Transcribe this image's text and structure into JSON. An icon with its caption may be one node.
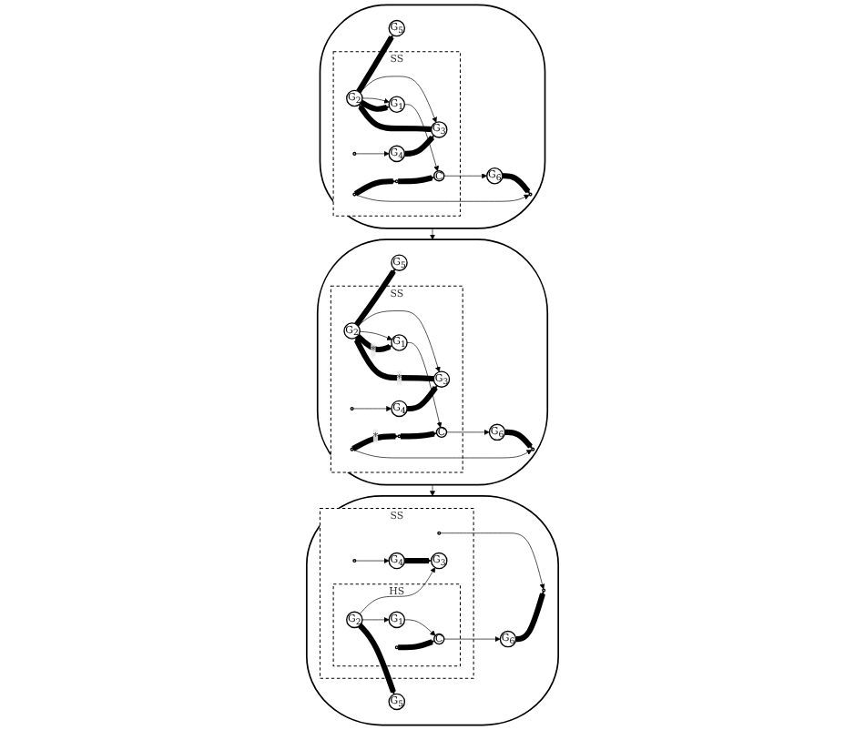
{
  "diagram": {
    "nodes": [
      {
        "text": [],
        "shape": "ellipse"
      },
      {
        "text": [
          "SS"
        ],
        "in": 0
      },
      {
        "text": [
          "G$_{5}$"
        ],
        "in": 0
      },
      {
        "text": [
          "G$_{2}$"
        ],
        "in": 1
      },
      {
        "text": [
          "C"
        ],
        "in": 1
      },
      {
        "text": [
          "G$_{6}$"
        ],
        "in": 0
      },
      {
        "text": [],
        "shape": "circle",
        "in": 1
      },
      {
        "text": [
          "G$_{4}$"
        ],
        "in": 1
      },
      {
        "text": [],
        "shape": "circle",
        "in": 1
      },
      {
        "text": [
          "G$_{3}$"
        ],
        "in": 1
      },
      {
        "text": [
          "G$_{1}$"
        ],
        "in": 1
      },
      {
        "text": [],
        "shape": "circle",
        "in": 1
      },
      {
        "text": [],
        "shape": "circle",
        "in": 0
      },
      {
        "text": [],
        "shape": "ellipse"
      },
      {
        "text": [
          "SS"
        ],
        "in": 13
      },
      {
        "text": [
          "G$_{5}$"
        ],
        "in": 13
      },
      {
        "text": [
          "G$_{2}$"
        ],
        "in": 14
      },
      {
        "text": [
          "C"
        ],
        "in": 14
      },
      {
        "text": [
          "G$_{6}$"
        ],
        "in": 13
      },
      {
        "text": [],
        "shape": "circle",
        "in": 14
      },
      {
        "text": [
          "G$_{4}$"
        ],
        "in": 14
      },
      {
        "text": [],
        "shape": "circle",
        "in": 14
      },
      {
        "text": [
          "G$_{3}$"
        ],
        "in": 14
      },
      {
        "text": [
          "G$_{1}$"
        ],
        "in": 14
      },
      {
        "text": [],
        "shape": "circle",
        "in": 14
      },
      {
        "text": [],
        "shape": "circle",
        "in": 13
      },
      {
        "text": [],
        "shape": "ellipse"
      },
      {
        "text": [
          "SS"
        ],
        "in": 26
      },
      {
        "text": [
          "HS"
        ],
        "in": 27
      },
      {
        "text": [
          "G$_{5}$"
        ],
        "in": 26
      },
      {
        "text": [
          "G$_{2}$"
        ],
        "in": 28
      },
      {
        "text": [
          "C"
        ],
        "in": 28
      },
      {
        "text": [
          "G$_{6}$"
        ],
        "in": 26
      },
      {
        "text": [],
        "shape": "circle",
        "in": 27
      },
      {
        "text": [
          "G$_{4}$"
        ],
        "in": 27
      },
      {
        "text": [],
        "shape": "circle",
        "in": 27
      },
      {
        "text": [
          "G$_{3}$"
        ],
        "in": 27
      },
      {
        "text": [
          "G$_{1}$"
        ],
        "in": 28
      },
      {
        "text": [],
        "shape": "circle",
        "in": 28
      },
      {
        "text": [],
        "shape": "circle",
        "in": 26
      }
    ],
    "edges": [
      {
        "from": 3,
        "to": 2,
        "arrow": "to",
        "style": "thick"
      },
      {
        "from": 6,
        "to": 7,
        "arrow": "to"
      },
      {
        "from": 3,
        "to": 9,
        "arrow": "to"
      },
      {
        "from": 7,
        "to": 9,
        "arrow": "to",
        "style": "thick"
      },
      {
        "from": 9,
        "to": 3,
        "arrow": "to",
        "style": "thick"
      },
      {
        "from": 3,
        "to": 10,
        "arrow": "to"
      },
      {
        "from": 3,
        "to": 10,
        "arrow": "to",
        "style": "thick"
      },
      {
        "from": 10,
        "to": 4,
        "arrow": "to"
      },
      {
        "from": 4,
        "to": 5,
        "arrow": "to"
      },
      {
        "from": 11,
        "to": 4,
        "arrow": "to",
        "style": "thick"
      },
      {
        "from": 8,
        "to": 11,
        "arrow": "to",
        "style": "thick"
      },
      {
        "from": 8,
        "to": 12,
        "arrow": "to"
      },
      {
        "from": 5,
        "to": 12,
        "arrow": "to",
        "style": "thick"
      },
      {
        "from": 0,
        "to": 13,
        "arrow": "to"
      },
      {
        "from": 16,
        "to": 15,
        "arrow": "to",
        "style": "thick"
      },
      {
        "from": 19,
        "to": 20,
        "arrow": "to"
      },
      {
        "from": 16,
        "to": 22,
        "arrow": "to"
      },
      {
        "from": 20,
        "to": 22,
        "arrow": "to",
        "style": "thick"
      },
      {
        "from": 22,
        "to": 16,
        "arrow": "to",
        "style": "thick",
        "label": "*"
      },
      {
        "from": 16,
        "to": 23,
        "arrow": "to"
      },
      {
        "from": 16,
        "to": 23,
        "arrow": "to",
        "style": "thick",
        "label": "*"
      },
      {
        "from": 23,
        "to": 17,
        "arrow": "to"
      },
      {
        "from": 17,
        "to": 18,
        "arrow": "to"
      },
      {
        "from": 24,
        "to": 17,
        "arrow": "to",
        "style": "thick"
      },
      {
        "from": 21,
        "to": 24,
        "arrow": "to",
        "style": "thick",
        "label": "*"
      },
      {
        "from": 21,
        "to": 25,
        "arrow": "to"
      },
      {
        "from": 18,
        "to": 25,
        "arrow": "to",
        "style": "thick"
      },
      {
        "from": 13,
        "to": 26,
        "arrow": "to"
      },
      {
        "from": 30,
        "to": 29,
        "arrow": "to",
        "style": "thick"
      },
      {
        "from": 33,
        "to": 34,
        "arrow": "to"
      },
      {
        "from": 30,
        "to": 36,
        "arrow": "to"
      },
      {
        "from": 34,
        "to": 36,
        "arrow": "to",
        "style": "thick"
      },
      {
        "from": 30,
        "to": 37,
        "arrow": "to"
      },
      {
        "from": 37,
        "to": 31,
        "arrow": "to"
      },
      {
        "from": 31,
        "to": 32,
        "arrow": "to"
      },
      {
        "from": 38,
        "to": 31,
        "arrow": "to",
        "style": "thick"
      },
      {
        "from": 35,
        "to": 39,
        "arrow": "to"
      },
      {
        "from": 32,
        "to": 39,
        "arrow": "to",
        "style": "thick"
      }
    ]
  }
}
